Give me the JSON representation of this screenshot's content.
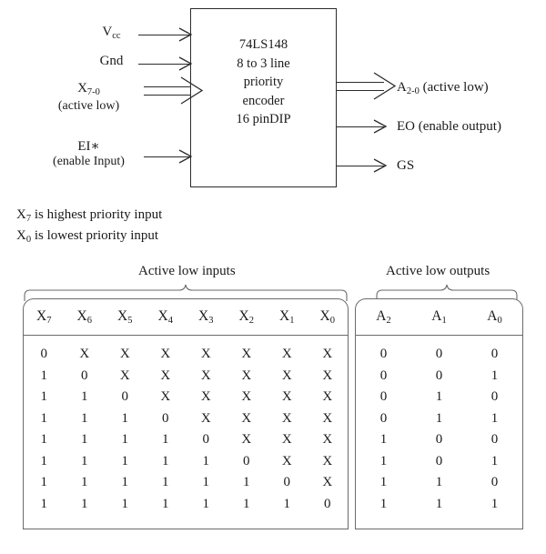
{
  "diagram": {
    "chip": {
      "lines": [
        "74LS148",
        "8 to 3 line",
        "priority",
        "encoder",
        "16 pinDIP"
      ]
    },
    "inputs": [
      {
        "name": "vcc",
        "label": "V",
        "sub": "cc",
        "sub2": "",
        "note": ""
      },
      {
        "name": "gnd",
        "label": "Gnd",
        "sub": "",
        "sub2": "",
        "note": ""
      },
      {
        "name": "x7-0",
        "label": "X",
        "sub": "7-0",
        "sub2": "",
        "note": "(active low)"
      },
      {
        "name": "ei",
        "label": "EI∗",
        "sub": "",
        "sub2": "",
        "note": "(enable Input)"
      }
    ],
    "outputs": [
      {
        "name": "a2-0",
        "label": "A",
        "sub": "2-0",
        "note": " (active low)"
      },
      {
        "name": "eo",
        "label": "EO",
        "sub": "",
        "note": " (enable output)"
      },
      {
        "name": "gs",
        "label": "GS",
        "sub": "",
        "note": ""
      }
    ]
  },
  "notes": [
    {
      "prefix": "X",
      "sub": "7",
      "text": " is highest priority input"
    },
    {
      "prefix": "X",
      "sub": "0",
      "text": " is lowest priority input"
    }
  ],
  "tables": {
    "inputs": {
      "caption": "Active low inputs",
      "headers": [
        {
          "base": "X",
          "sub": "7"
        },
        {
          "base": "X",
          "sub": "6"
        },
        {
          "base": "X",
          "sub": "5"
        },
        {
          "base": "X",
          "sub": "4"
        },
        {
          "base": "X",
          "sub": "3"
        },
        {
          "base": "X",
          "sub": "2"
        },
        {
          "base": "X",
          "sub": "1"
        },
        {
          "base": "X",
          "sub": "0"
        }
      ],
      "rows": [
        [
          "0",
          "X",
          "X",
          "X",
          "X",
          "X",
          "X",
          "X"
        ],
        [
          "1",
          "0",
          "X",
          "X",
          "X",
          "X",
          "X",
          "X"
        ],
        [
          "1",
          "1",
          "0",
          "X",
          "X",
          "X",
          "X",
          "X"
        ],
        [
          "1",
          "1",
          "1",
          "0",
          "X",
          "X",
          "X",
          "X"
        ],
        [
          "1",
          "1",
          "1",
          "1",
          "0",
          "X",
          "X",
          "X"
        ],
        [
          "1",
          "1",
          "1",
          "1",
          "1",
          "0",
          "X",
          "X"
        ],
        [
          "1",
          "1",
          "1",
          "1",
          "1",
          "1",
          "0",
          "X"
        ],
        [
          "1",
          "1",
          "1",
          "1",
          "1",
          "1",
          "1",
          "0"
        ]
      ]
    },
    "outputs": {
      "caption": "Active low outputs",
      "headers": [
        {
          "base": "A",
          "sub": "2"
        },
        {
          "base": "A",
          "sub": "1"
        },
        {
          "base": "A",
          "sub": "0"
        }
      ],
      "rows": [
        [
          "0",
          "0",
          "0"
        ],
        [
          "0",
          "0",
          "1"
        ],
        [
          "0",
          "1",
          "0"
        ],
        [
          "0",
          "1",
          "1"
        ],
        [
          "1",
          "0",
          "0"
        ],
        [
          "1",
          "0",
          "1"
        ],
        [
          "1",
          "1",
          "0"
        ],
        [
          "1",
          "1",
          "1"
        ]
      ]
    }
  },
  "colors": {
    "ink": "#1a1a1a",
    "box_border": "#2b2b2b",
    "table_border": "#6b6b6b",
    "background": "#ffffff"
  }
}
